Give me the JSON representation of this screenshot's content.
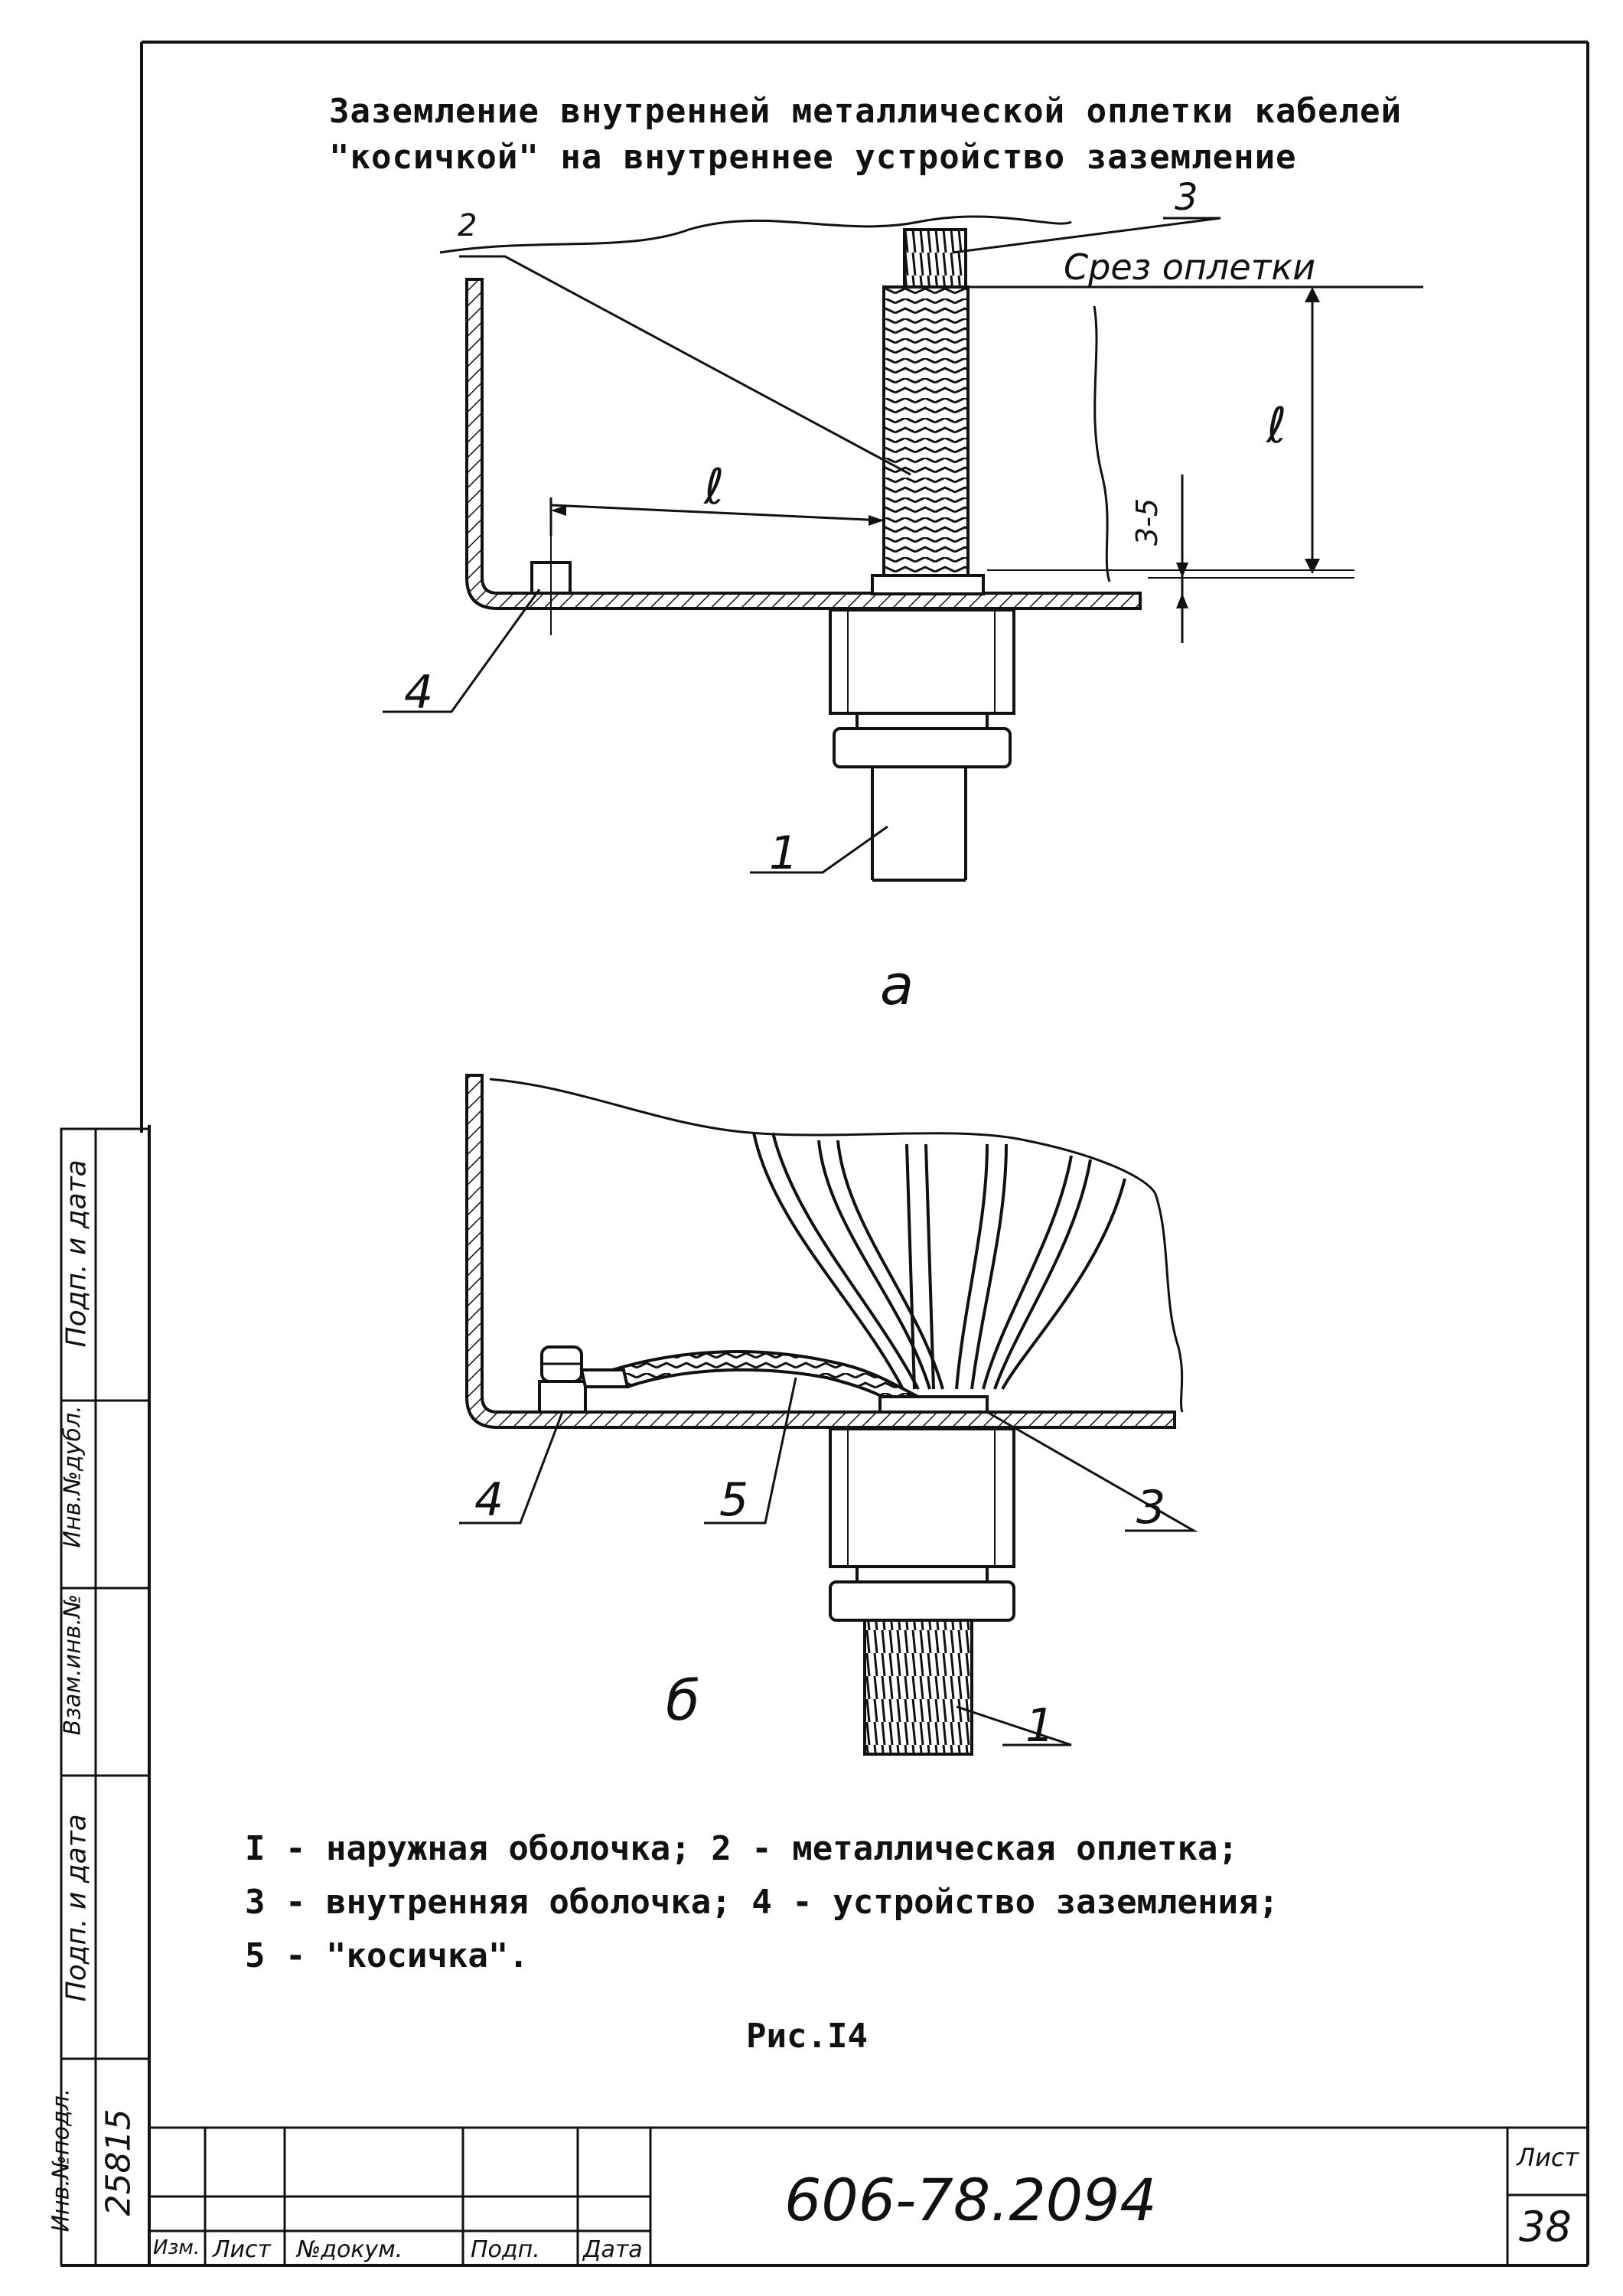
{
  "title": {
    "line1": "Заземление внутренней металлической оплетки кабелей",
    "line2": "\"косичкой\" на внутреннее устройство заземление"
  },
  "figure_a": {
    "label": "а",
    "callouts": {
      "c1": "1",
      "c2": "2",
      "c3": "3",
      "c4": "4"
    },
    "cut_label": "Срез оплетки",
    "dim_l_horizontal": "ℓ",
    "dim_l_vertical": "ℓ",
    "dim_gap": "3-5"
  },
  "figure_b": {
    "label": "б",
    "callouts": {
      "c1": "1",
      "c3": "3",
      "c4": "4",
      "c5": "5"
    }
  },
  "legend": {
    "line1": "I - наружная оболочка; 2 - металлическая оплетка;",
    "line2": "3 - внутренняя оболочка; 4 - устройство заземления;",
    "line3": "5 - \"косичка\"."
  },
  "caption": "Рис.I4",
  "side_stamp": {
    "podp_data_1": "Подп. и дата",
    "inv_dubl": "Инв.№дубл.",
    "vzam_inv": "Взам.инв.№",
    "podp_data_2": "Подп. и дата",
    "inv_podl": "Инв.№подл.",
    "inv_number": "25815"
  },
  "title_block": {
    "col_izm": "Изм.",
    "col_list": "Лист",
    "col_doc": "№докум.",
    "col_podp": "Подп.",
    "col_data": "Дата",
    "doc_number": "606-78.2094",
    "sheet_label": "Лист",
    "sheet_number": "38"
  }
}
